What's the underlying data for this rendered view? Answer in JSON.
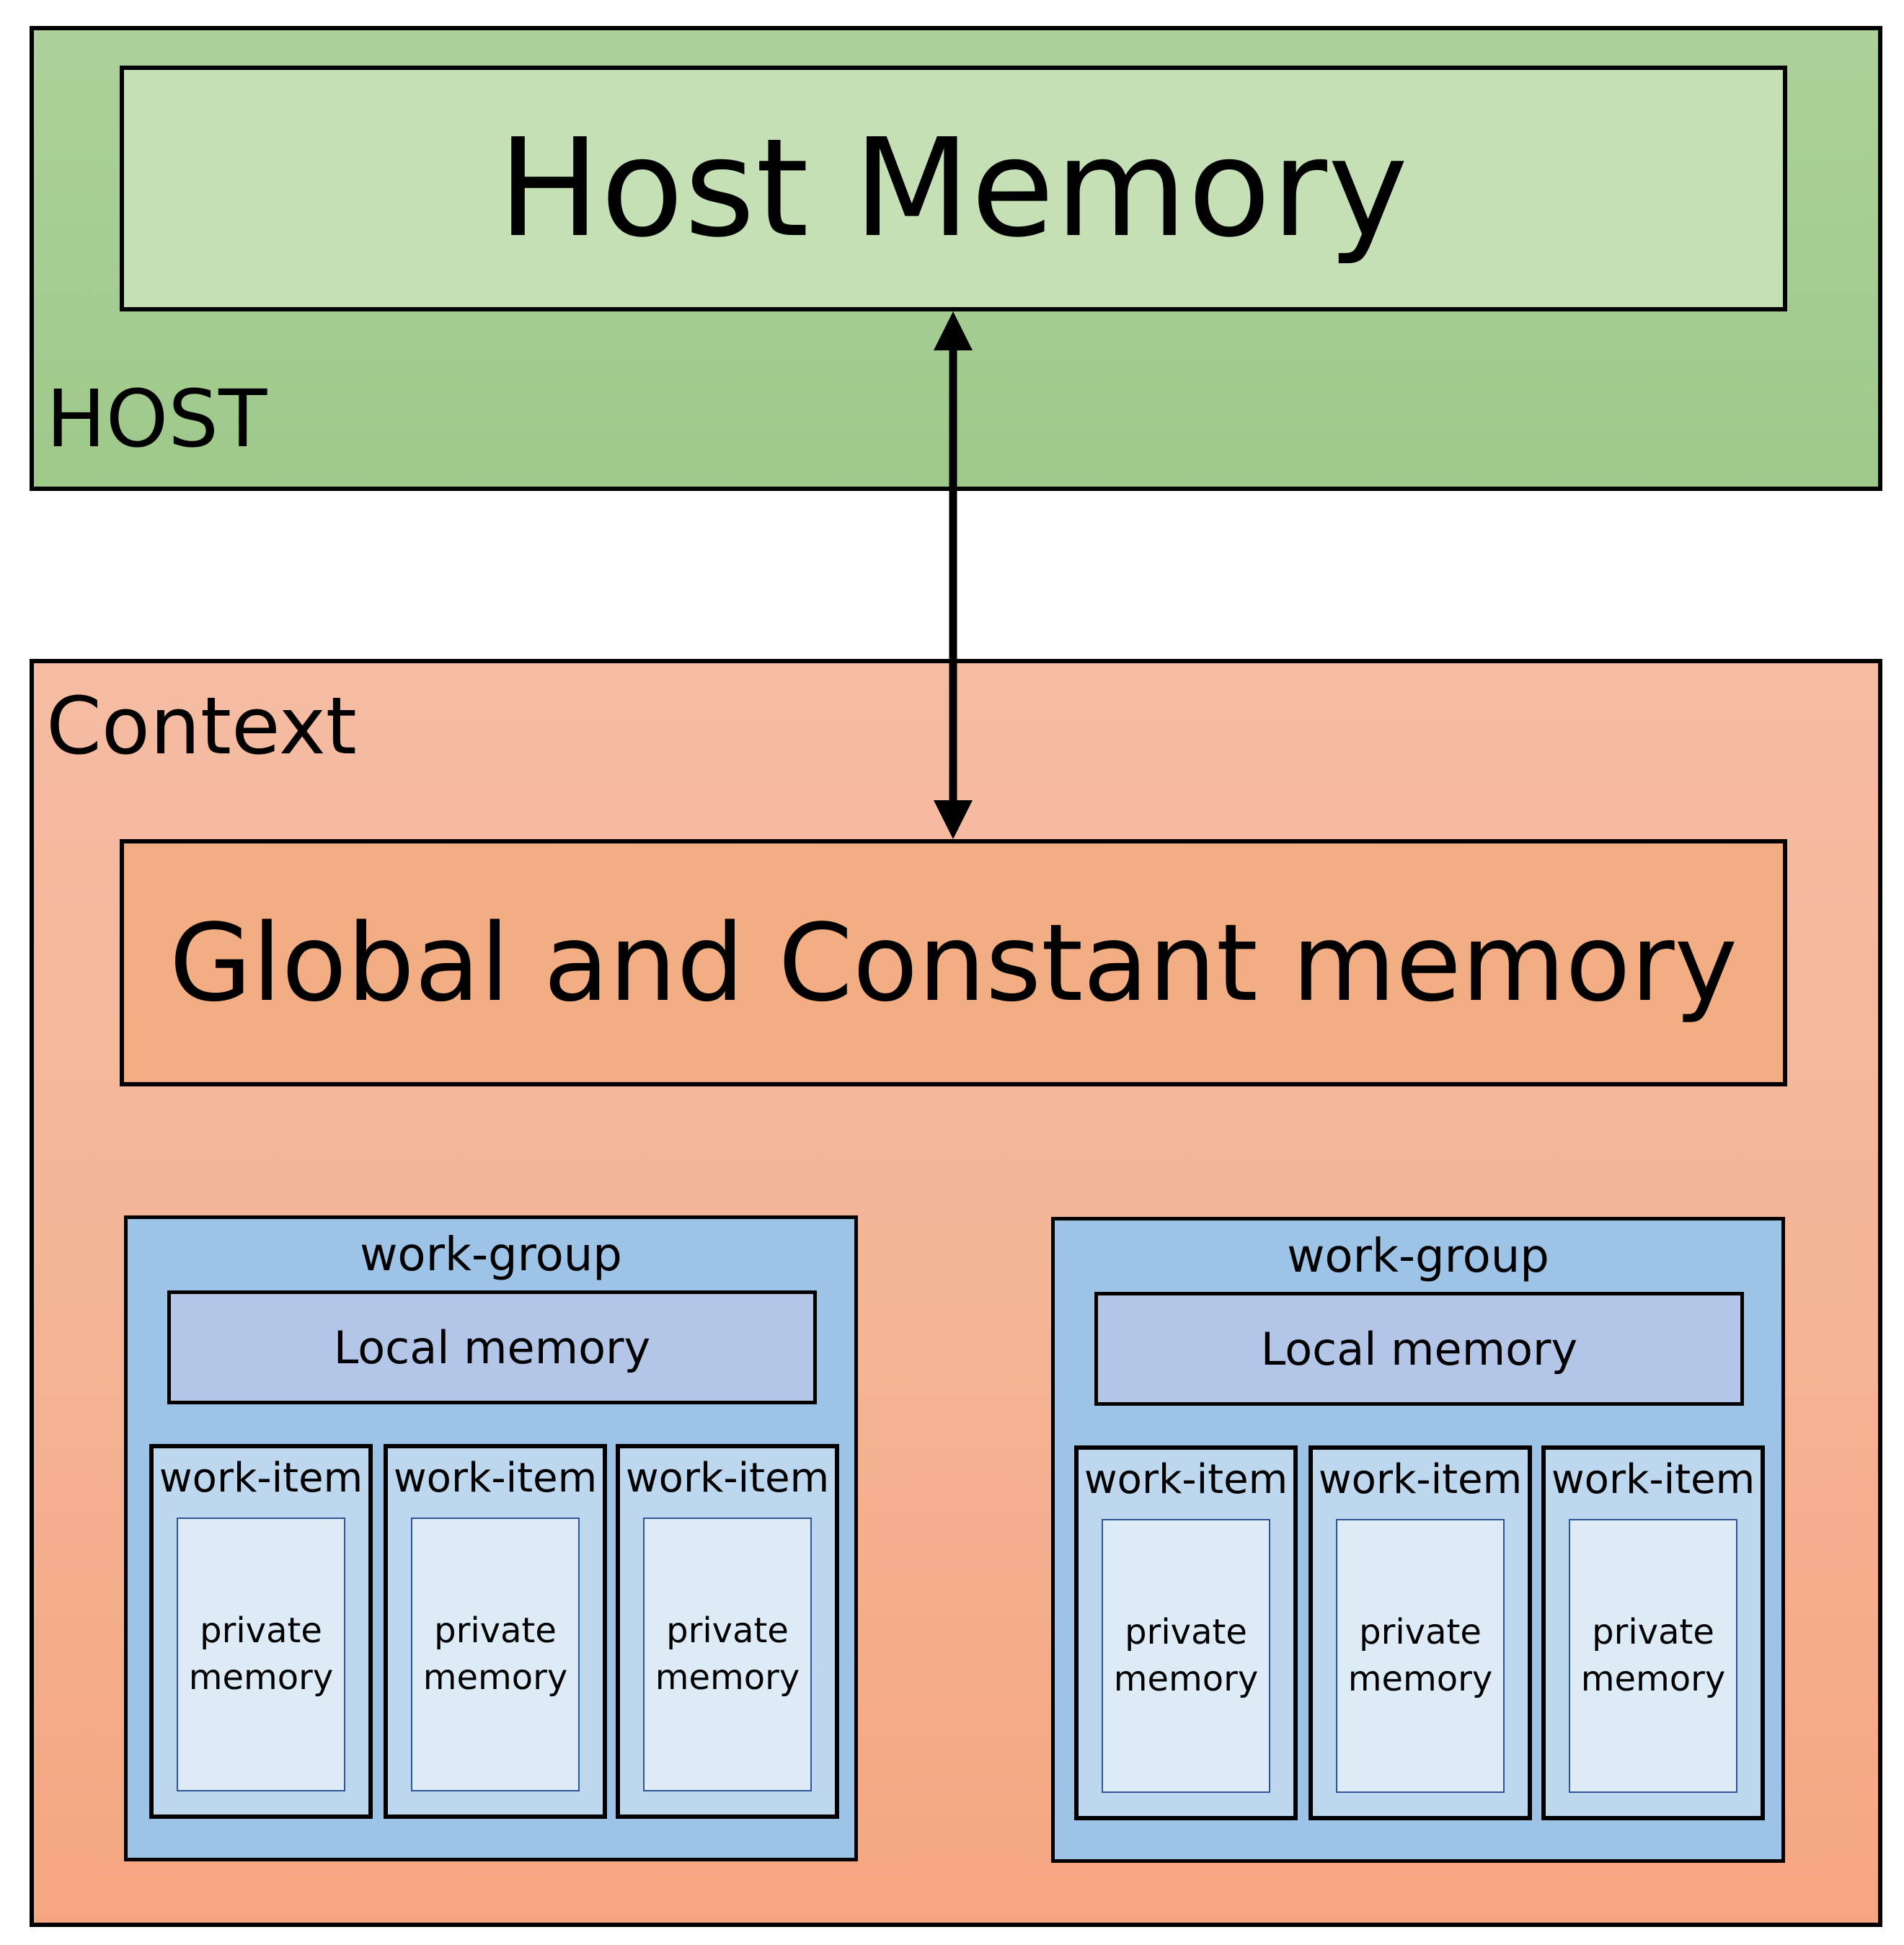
{
  "host": {
    "label": "HOST",
    "memory_label": "Host Memory"
  },
  "context": {
    "label": "Context",
    "global_memory_label": "Global and Constant memory",
    "work_groups": [
      {
        "label": "work-group",
        "local_memory_label": "Local memory",
        "work_items": [
          {
            "label": "work-item",
            "private_line1": "private",
            "private_line2": "memory"
          },
          {
            "label": "work-item",
            "private_line1": "private",
            "private_line2": "memory"
          },
          {
            "label": "work-item",
            "private_line1": "private",
            "private_line2": "memory"
          }
        ]
      },
      {
        "label": "work-group",
        "local_memory_label": "Local memory",
        "work_items": [
          {
            "label": "work-item",
            "private_line1": "private",
            "private_line2": "memory"
          },
          {
            "label": "work-item",
            "private_line1": "private",
            "private_line2": "memory"
          },
          {
            "label": "work-item",
            "private_line1": "private",
            "private_line2": "memory"
          }
        ]
      }
    ]
  },
  "colors": {
    "host": "#a3cb8f",
    "host_memory": "#c6e0b6",
    "context": "#f4b596",
    "global_memory": "#f2ae82",
    "work_group": "#9dc3e6",
    "local_memory": "#b4c6e7",
    "work_item": "#bdd7ee",
    "private_memory": "#ddebf7"
  }
}
